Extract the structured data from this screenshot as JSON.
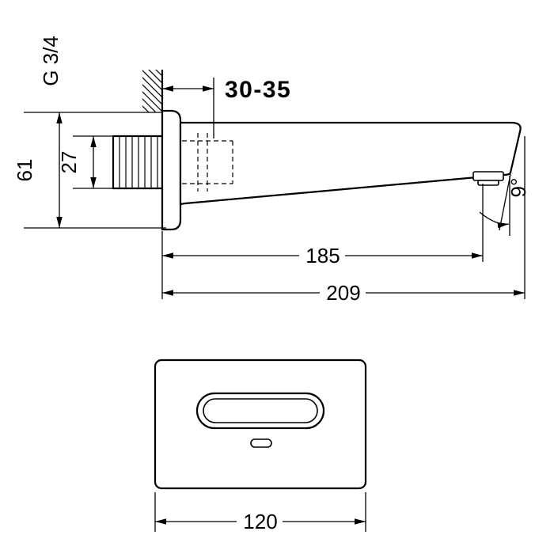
{
  "drawing": {
    "background": "#ffffff",
    "line_color": "#000000",
    "side_view": {
      "thread_label": "G 3/4",
      "wall_distance": "30-35",
      "pipe_diameter": "27",
      "flange_height": "61",
      "spout_length": "185",
      "total_length": "209",
      "outlet_angle": "9°"
    },
    "front_view": {
      "width": "120"
    }
  }
}
